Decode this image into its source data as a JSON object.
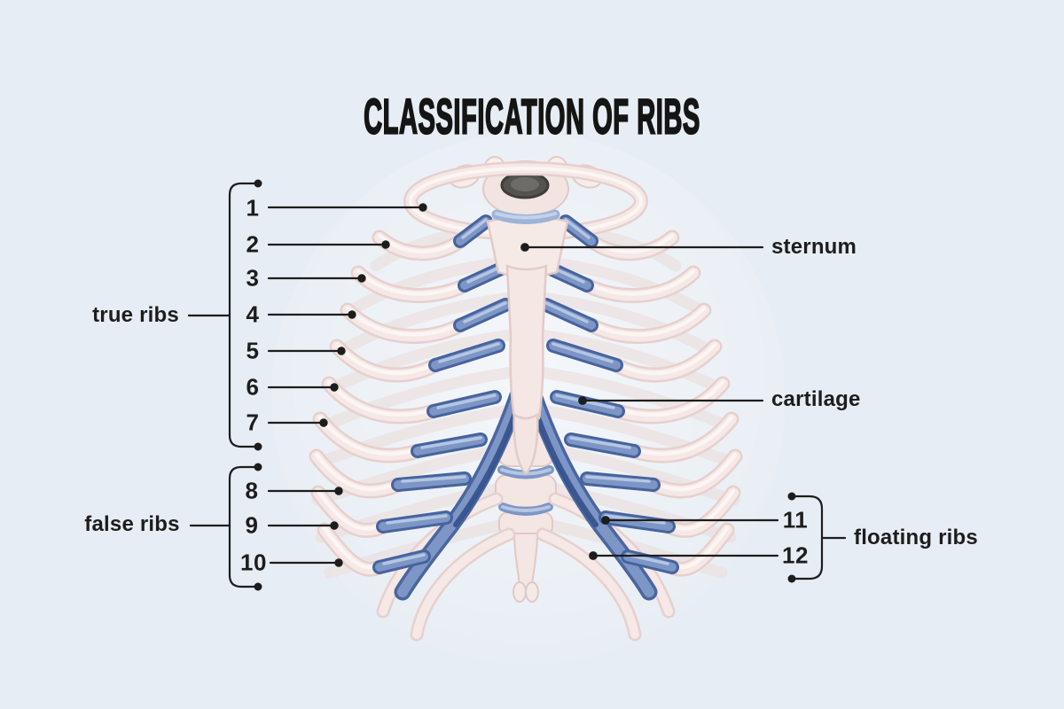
{
  "title": "CLASSIFICATION OF RIBS",
  "groups": {
    "true_ribs": {
      "label": "true ribs",
      "ribs": [
        "1",
        "2",
        "3",
        "4",
        "5",
        "6",
        "7"
      ]
    },
    "false_ribs": {
      "label": "false ribs",
      "ribs": [
        "8",
        "9",
        "10"
      ]
    },
    "floating_ribs": {
      "label": "floating ribs",
      "ribs": [
        "11",
        "12"
      ]
    }
  },
  "annotations": {
    "sternum": "sternum",
    "cartilage": "cartilage"
  },
  "colors": {
    "background": "#e7edf4",
    "bone": "#f5e8e6",
    "bone_edge": "#e3ccc9",
    "bone_highlight": "#fbf5f3",
    "cartilage_blue": "#7d96c6",
    "cartilage_dark": "#3d5a96",
    "cartilage_light": "#b4c6e2",
    "annotation_line": "#1d1d1d"
  }
}
